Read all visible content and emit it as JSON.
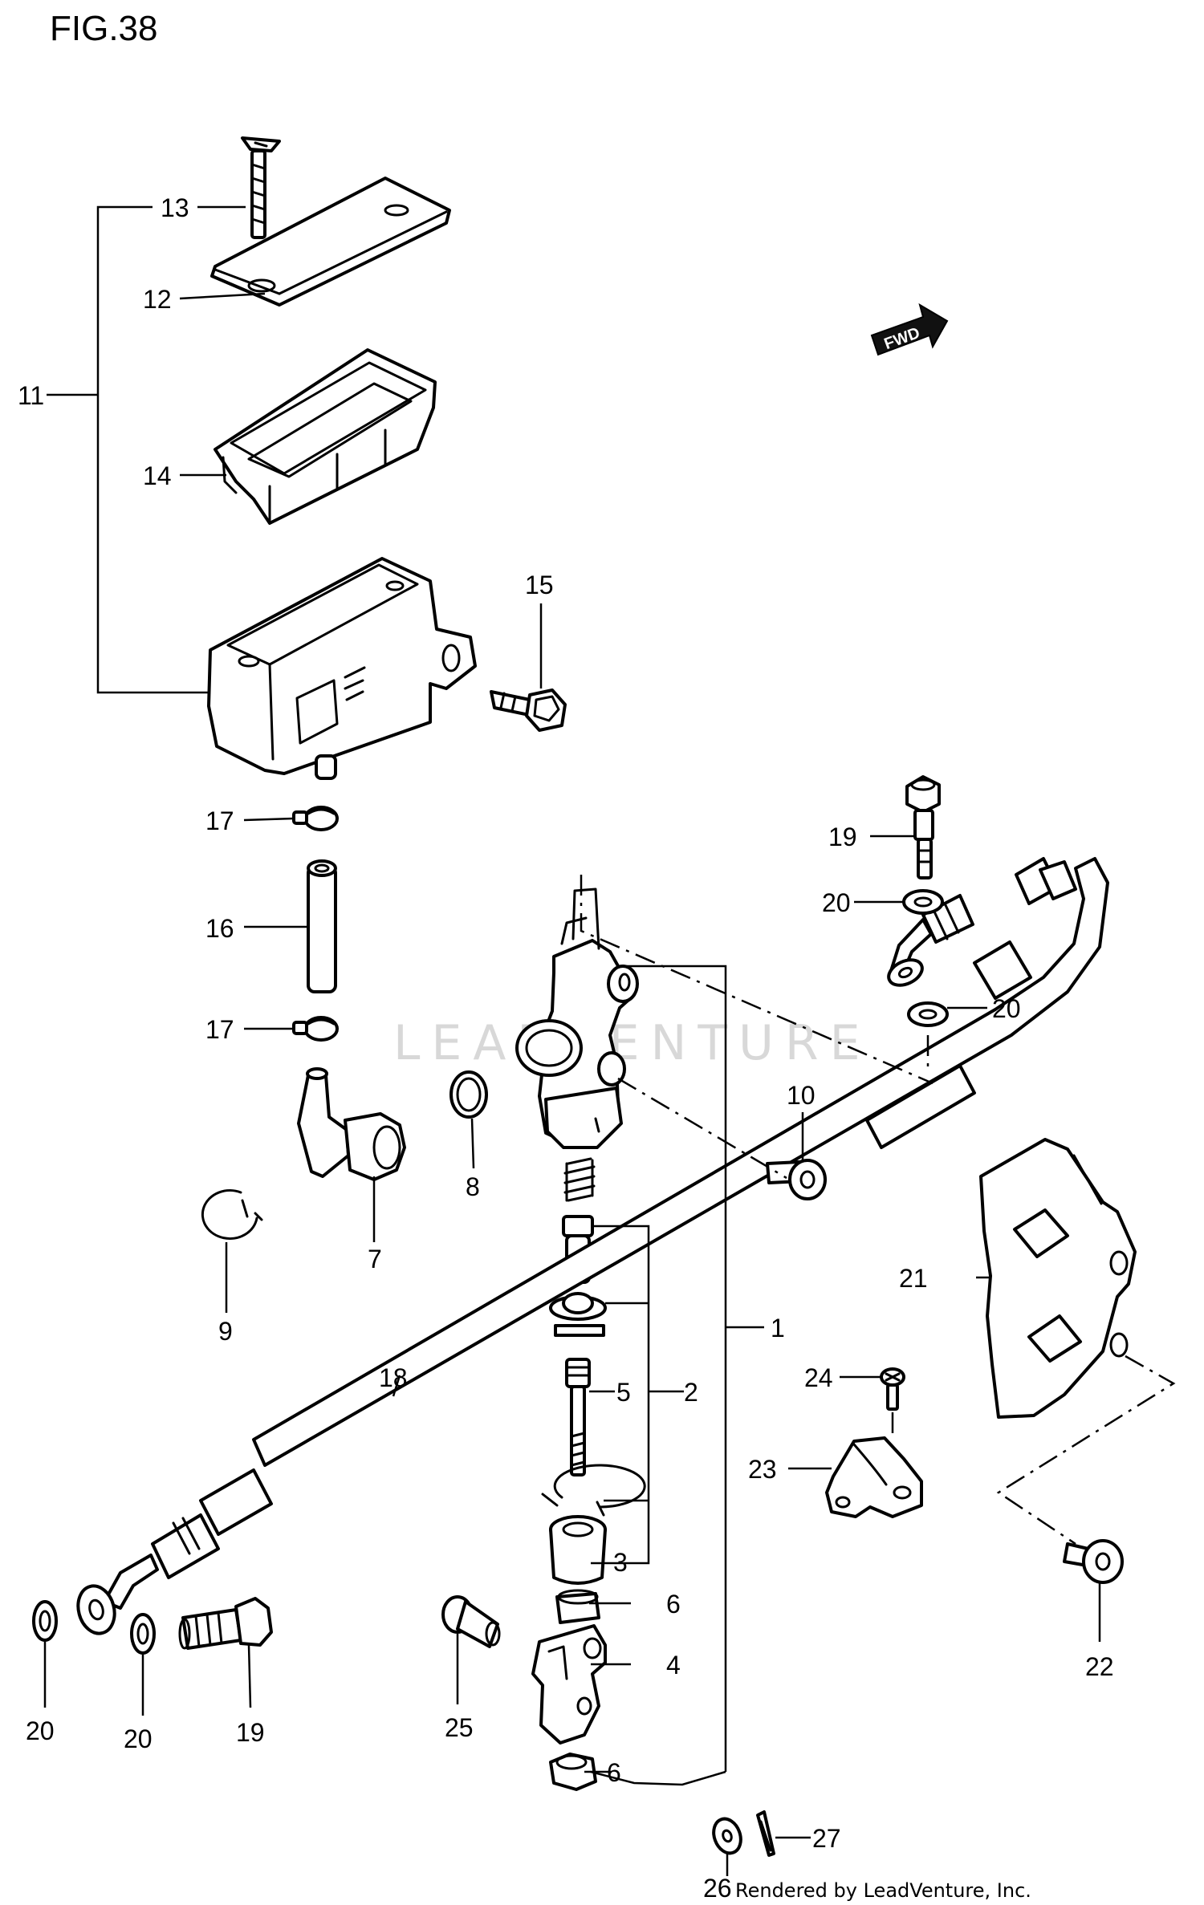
{
  "figure": {
    "title": "FIG.38"
  },
  "watermark": "LEADVENTURE",
  "direction_badge": {
    "label": "FWD"
  },
  "footer": {
    "credit": "Rendered by LeadVenture, Inc."
  },
  "callouts": {
    "c1": "1",
    "c2": "2",
    "c3": "3",
    "c4": "4",
    "c5": "5",
    "c6a": "6",
    "c6b": "6",
    "c7": "7",
    "c8": "8",
    "c9": "9",
    "c10": "10",
    "c11": "11",
    "c12": "12",
    "c13": "13",
    "c14": "14",
    "c15": "15",
    "c16": "16",
    "c17a": "17",
    "c17b": "17",
    "c18": "18",
    "c19a": "19",
    "c19b": "19",
    "c20a": "20",
    "c20b": "20",
    "c20c": "20",
    "c20d": "20",
    "c21": "21",
    "c22": "22",
    "c23": "23",
    "c24": "24",
    "c25": "25",
    "c26": "26",
    "c27": "27"
  }
}
